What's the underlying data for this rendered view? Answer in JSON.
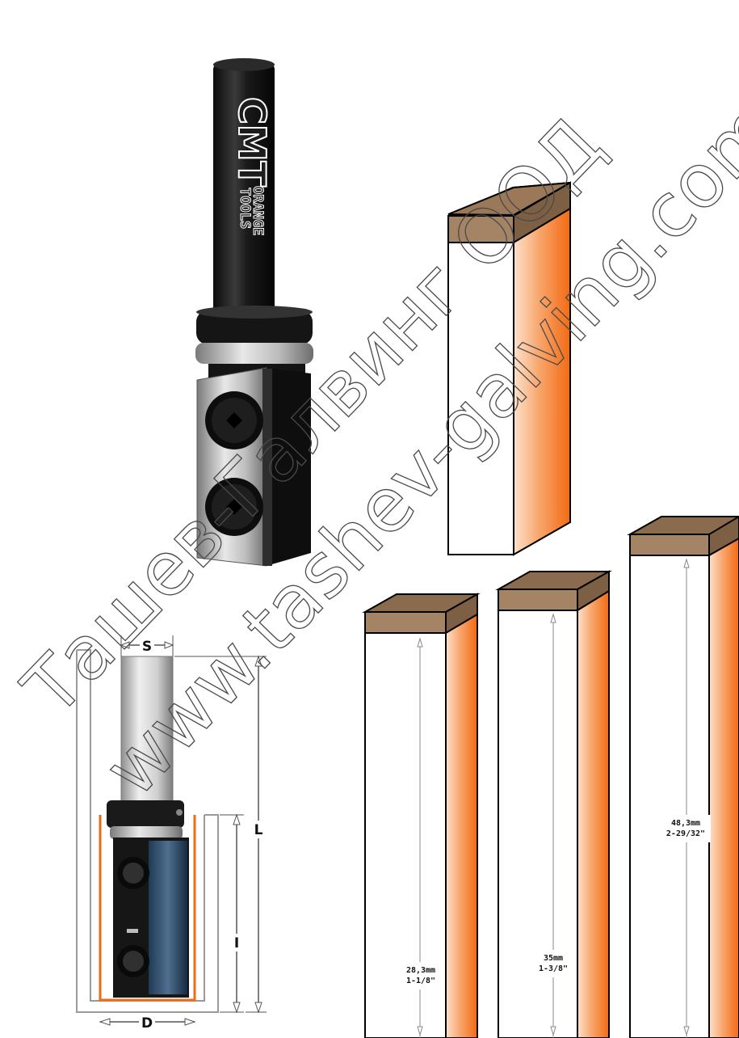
{
  "brand": {
    "logo_text": "CMT",
    "brand_line1": "ORANGE",
    "brand_line2": "TOOLS"
  },
  "dimensions": {
    "shank": "S",
    "diameter": "D",
    "cutting_length": "I",
    "total_length": "L"
  },
  "blocks": [
    {
      "metric": "28,3mm",
      "imperial": "1-1/8\""
    },
    {
      "metric": "35mm",
      "imperial": "1-3/8\""
    },
    {
      "metric": "48,3mm",
      "imperial": "2-29/32\""
    }
  ],
  "watermarks": {
    "line1": "Ташев-Галвинг ООД",
    "line2": "www.tashev-galving.com"
  },
  "colors": {
    "orange_light": "#fbb58a",
    "orange_dark": "#f26a12",
    "wood_top": "#8b6b4e",
    "wood_front": "#a07f62",
    "tool_black": "#1c1c1c",
    "steel": "#c8c8c8"
  }
}
